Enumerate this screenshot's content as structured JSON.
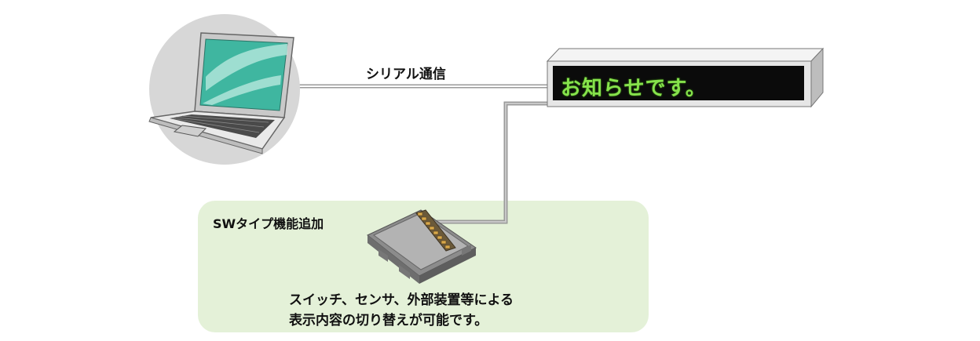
{
  "connection": {
    "label": "シリアル通信"
  },
  "display_board": {
    "message": "お知らせです。",
    "text_color": "#86e24c"
  },
  "sw_option": {
    "title": "SWタイプ機能追加",
    "description_lines": [
      "スイッチ、センサ、外部装置等による",
      "表示内容の切り替えが可能です。"
    ],
    "panel_color": "#e4f1d8"
  }
}
